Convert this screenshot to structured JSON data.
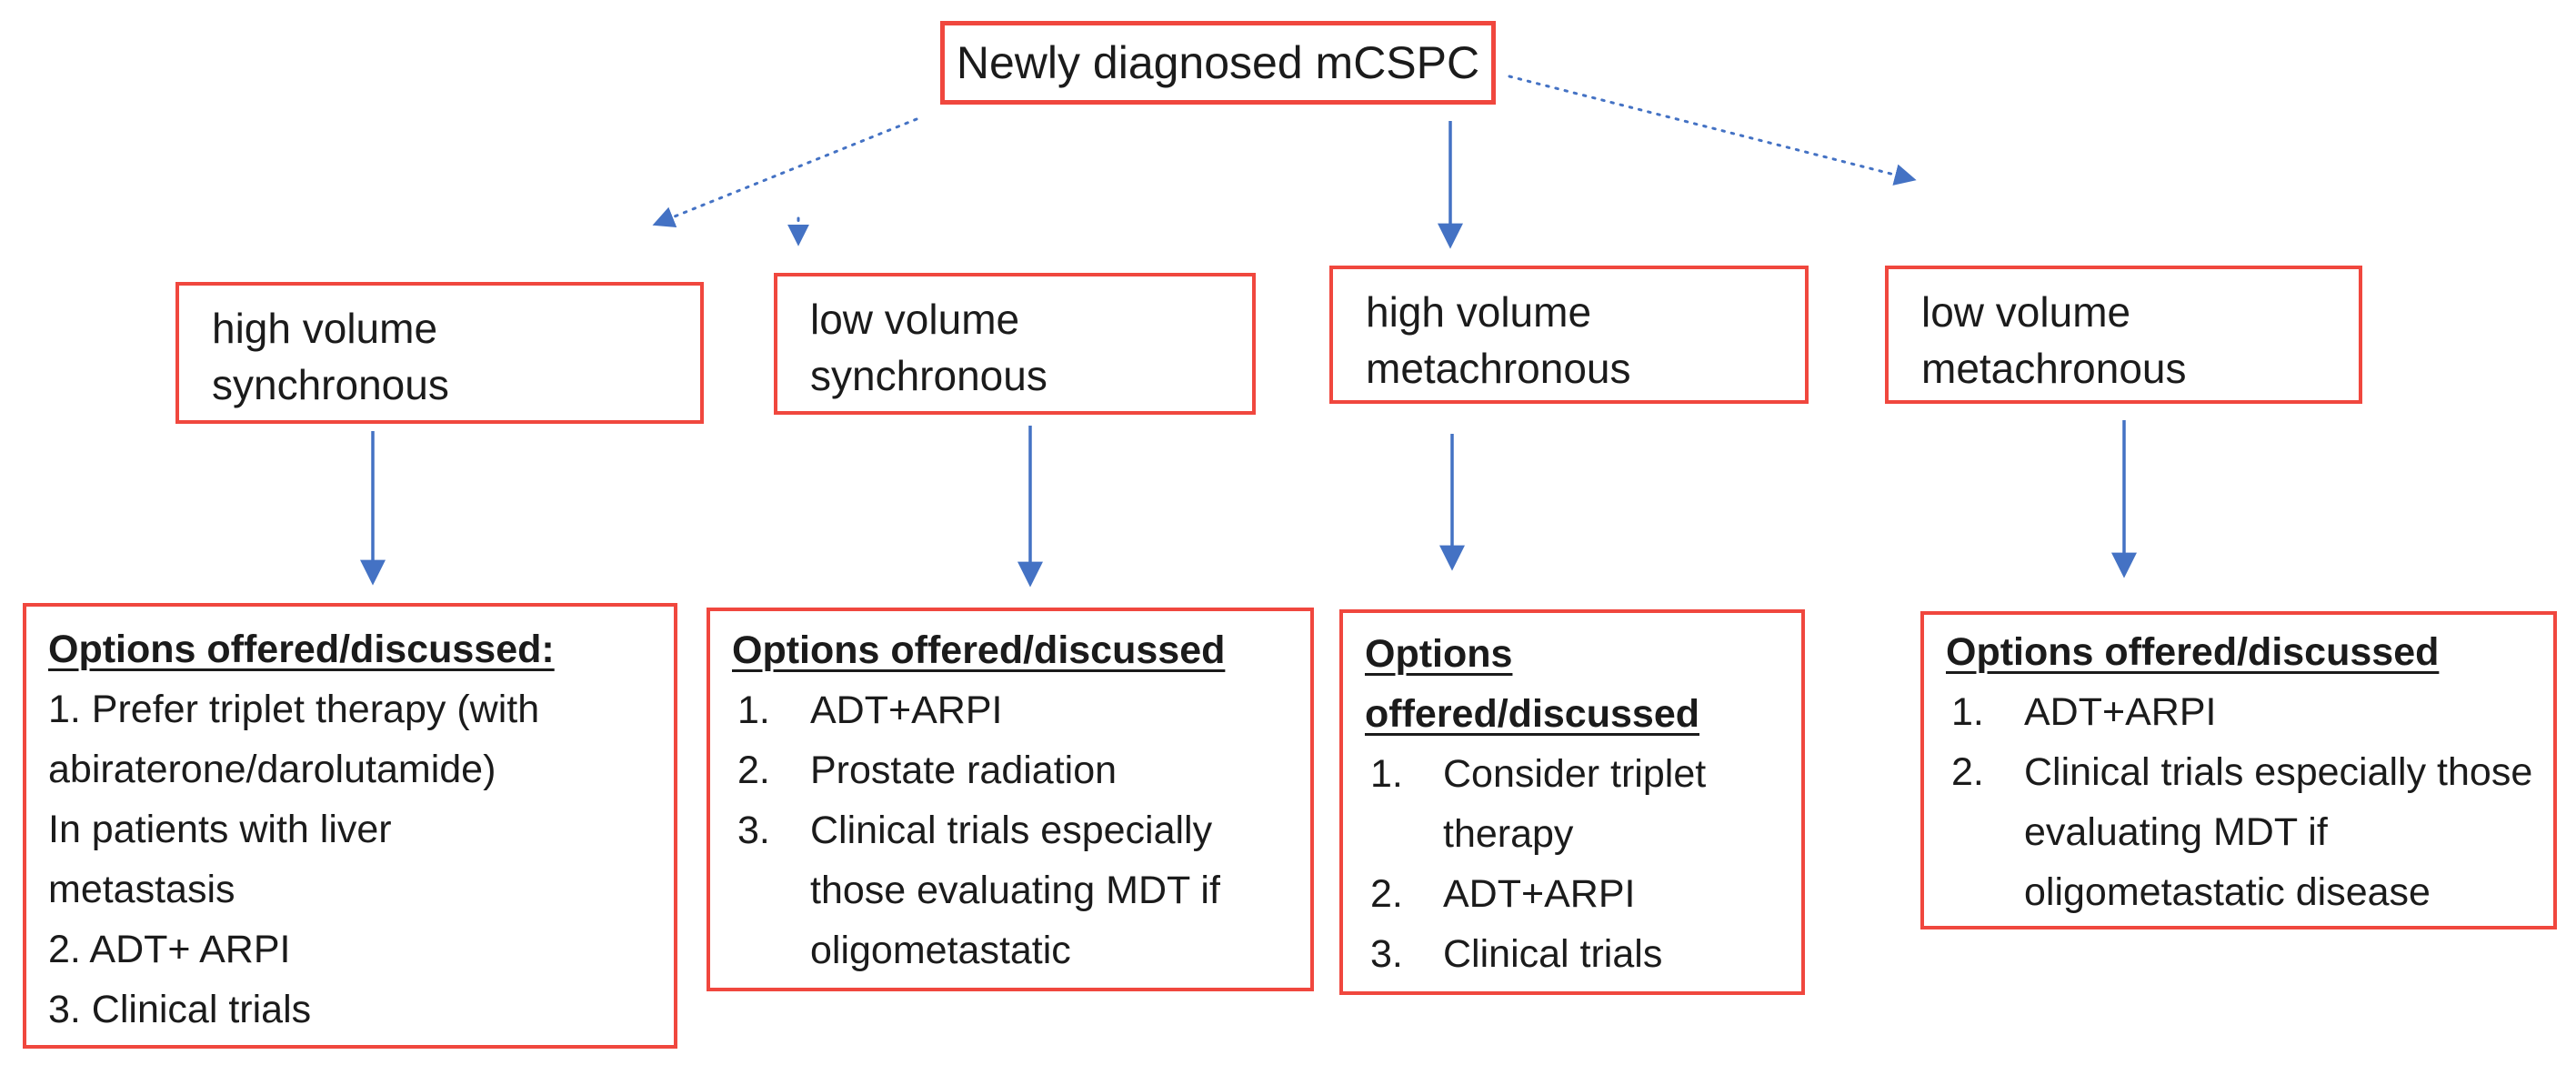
{
  "colors": {
    "box_border": "#f0473e",
    "arrow": "#4472c4",
    "text": "#1b1b1b",
    "background": "#ffffff"
  },
  "root": {
    "label": "Newly diagnosed mCSPC"
  },
  "branches": [
    {
      "line1": "high volume",
      "line2": "synchronous"
    },
    {
      "line1": "low volume",
      "line2": "synchronous"
    },
    {
      "line1": "high volume",
      "line2": "metachronous"
    },
    {
      "line1": "low volume",
      "line2": "metachronous"
    }
  ],
  "options": [
    {
      "heading": "Options offered/discussed:",
      "lines": [
        "1. Prefer triplet therapy (with",
        "abiraterone/darolutamide)",
        "In patients with liver",
        "metastasis",
        "2. ADT+ ARPI",
        "3. Clinical trials"
      ]
    },
    {
      "heading": "Options offered/discussed",
      "items": [
        "ADT+ARPI",
        "Prostate radiation",
        "Clinical trials especially those evaluating MDT if oligometastatic"
      ]
    },
    {
      "heading": "Options offered/discussed",
      "items": [
        "Consider triplet therapy",
        "ADT+ARPI",
        "Clinical trials"
      ]
    },
    {
      "heading": "Options offered/discussed",
      "items": [
        "ADT+ARPI",
        "Clinical trials especially those evaluating MDT if oligometastatic disease"
      ]
    }
  ]
}
